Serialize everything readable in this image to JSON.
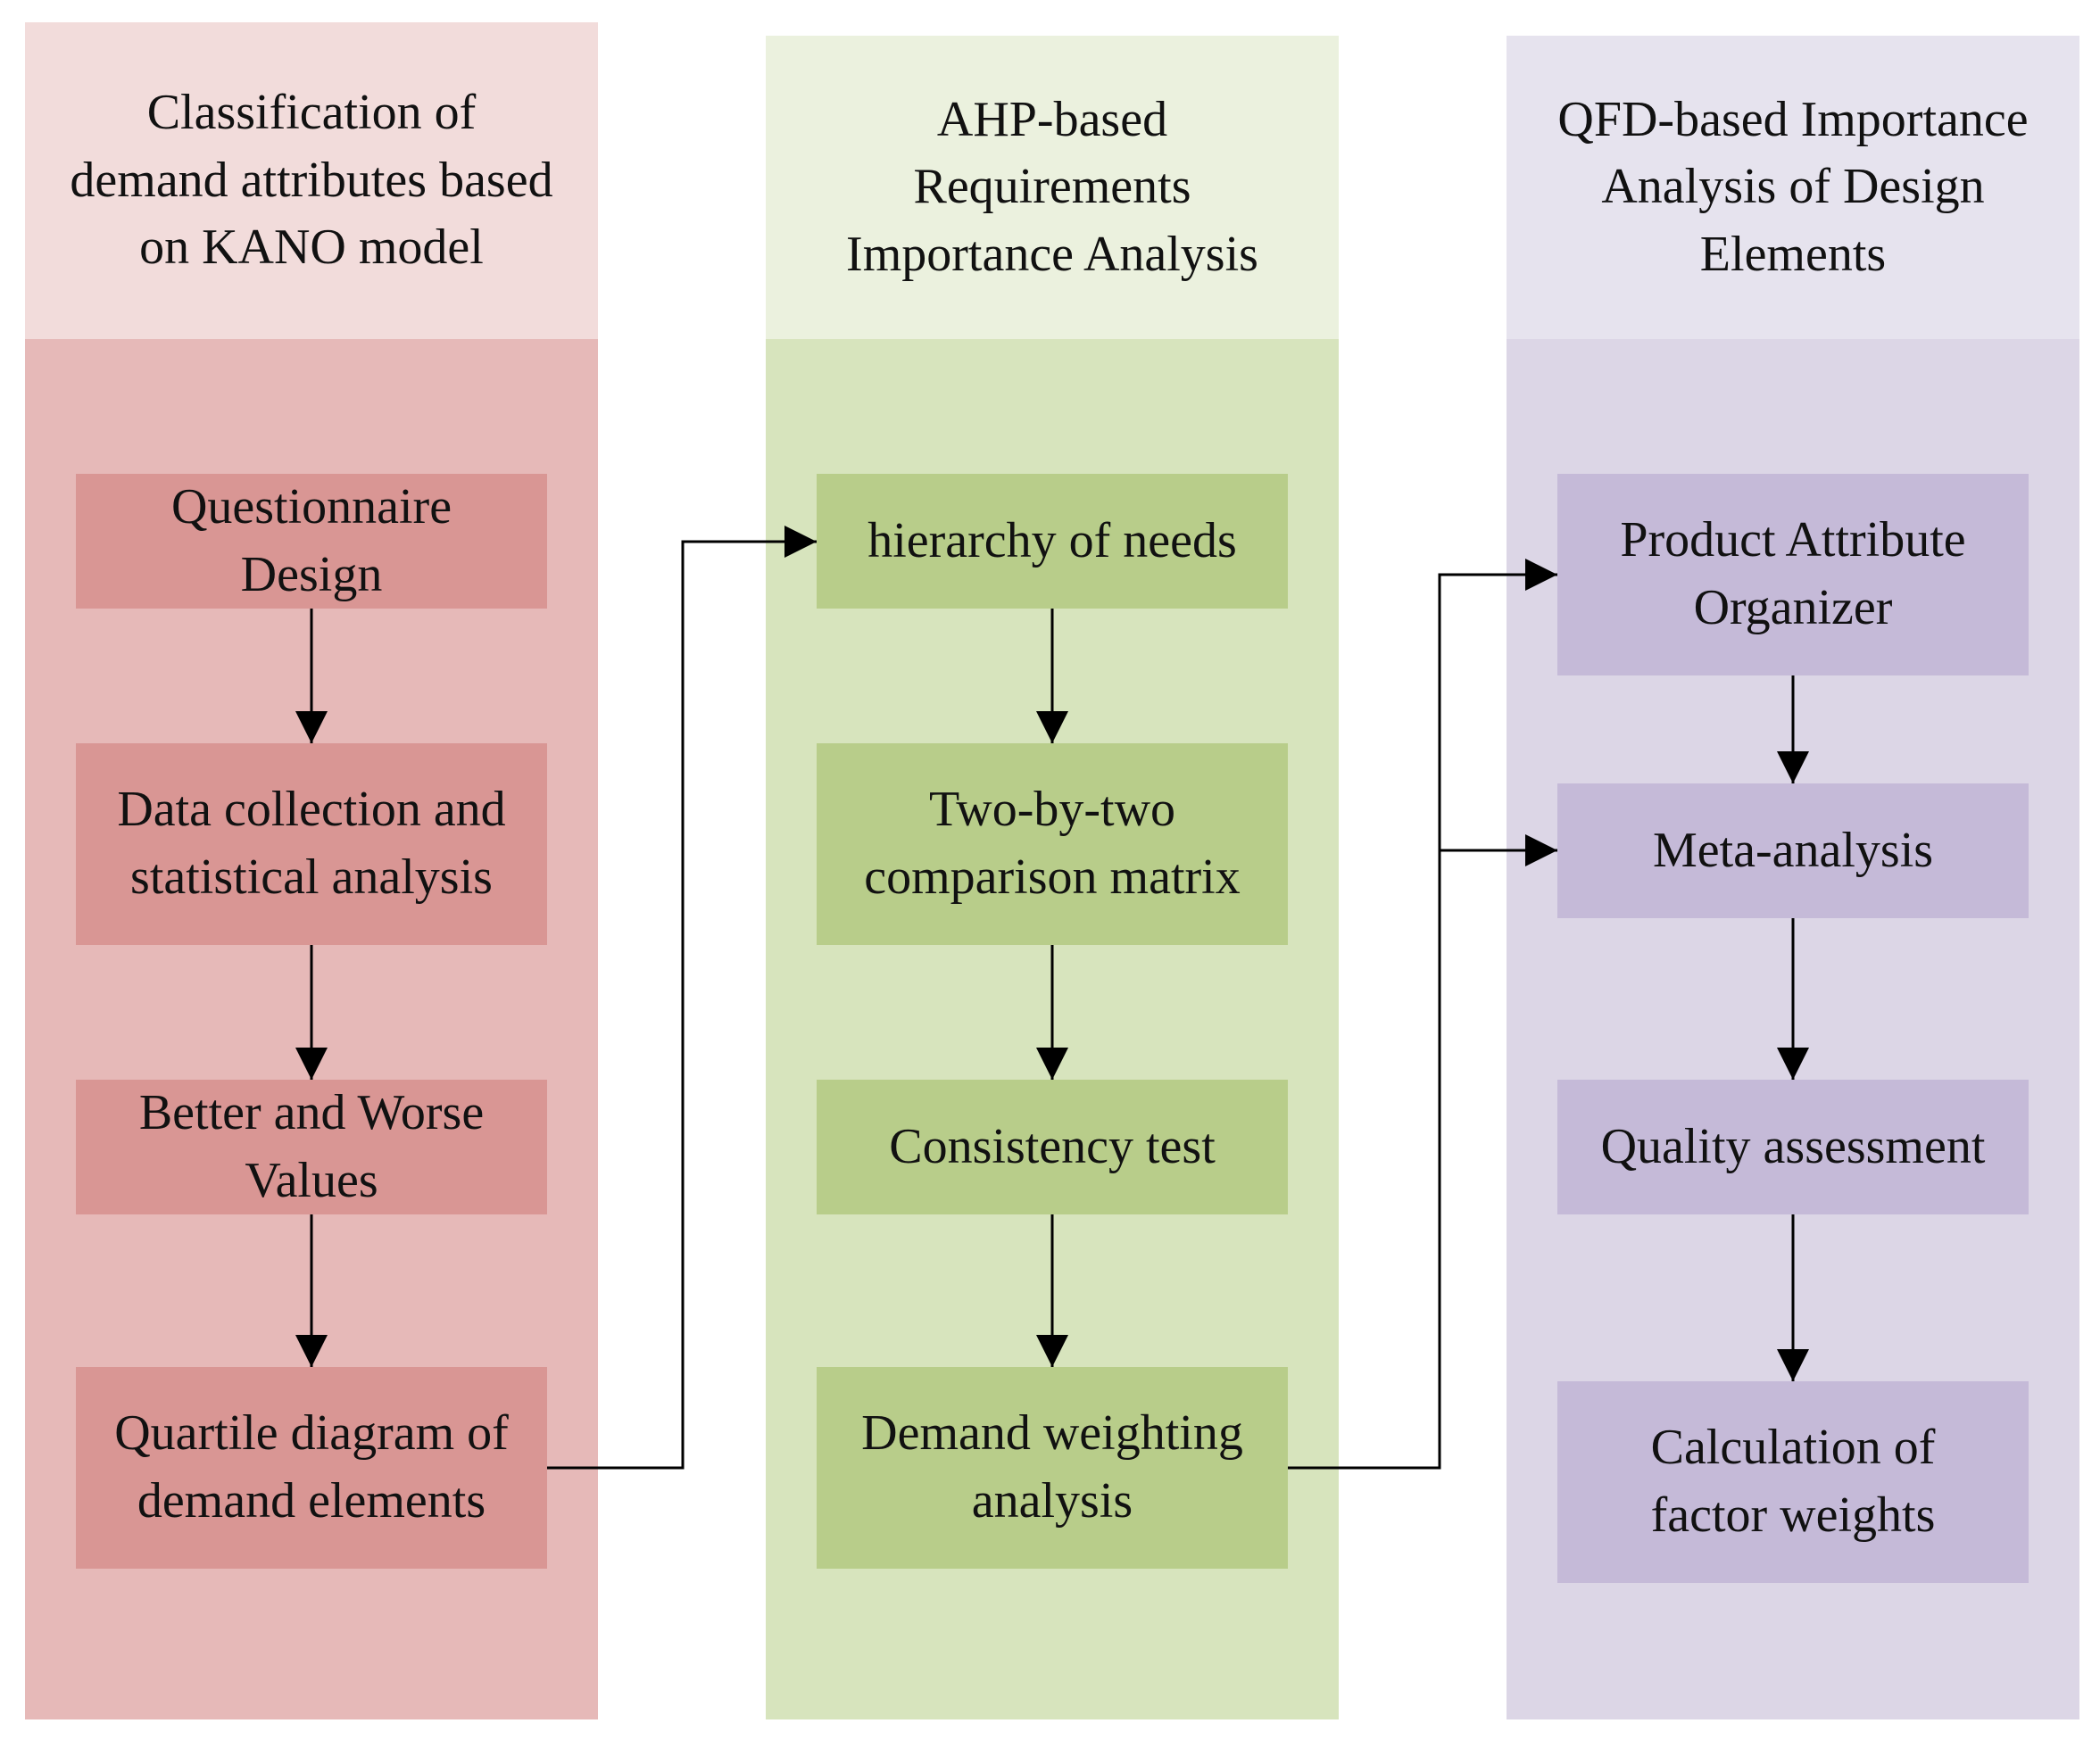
{
  "columns": [
    {
      "header": "Classification of\ndemand attributes based\non KANO model",
      "steps": [
        "Questionnaire\nDesign",
        "Data collection and\nstatistical analysis",
        "Better and Worse\nValues",
        "Quartile diagram of\ndemand elements"
      ]
    },
    {
      "header": "AHP-based\nRequirements\nImportance Analysis",
      "steps": [
        "hierarchy of needs",
        "Two-by-two\ncomparison matrix",
        "Consistency test",
        "Demand weighting\nanalysis"
      ]
    },
    {
      "header": "QFD-based Importance\nAnalysis of Design\nElements",
      "steps": [
        "Product Attribute\nOrganizer",
        "Meta-analysis",
        "Quality assessment",
        "Calculation of\nfactor weights"
      ]
    }
  ]
}
